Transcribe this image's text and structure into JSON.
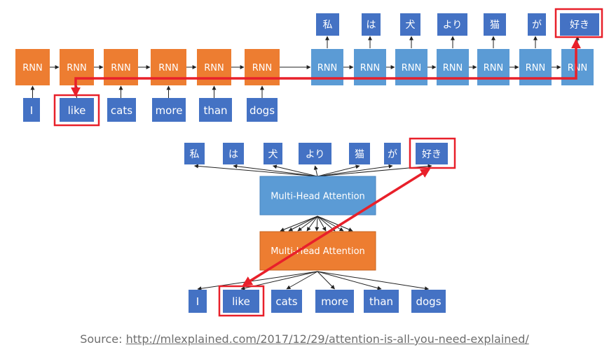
{
  "colors": {
    "orange": "#ed7d31",
    "blue": "#5b9bd5",
    "dark_blue": "#4472c4",
    "highlight": "#e8202a",
    "arrow": "#222222"
  },
  "rnn": {
    "cell_label": "RNN",
    "encoder_inputs": [
      "I",
      "like",
      "cats",
      "more",
      "than",
      "dogs"
    ],
    "decoder_outputs": [
      "私",
      "は",
      "犬",
      "より",
      "猫",
      "が",
      "好き"
    ]
  },
  "attention": {
    "outputs": [
      "私",
      "は",
      "犬",
      "より",
      "猫",
      "が",
      "好き"
    ],
    "top_block_label": "Multi-Head Attention",
    "bottom_block_label": "Multi-Head Attention",
    "inputs": [
      "I",
      "like",
      "cats",
      "more",
      "than",
      "dogs"
    ]
  },
  "caption": {
    "prefix": "Source: ",
    "link": "http://mlexplained.com/2017/12/29/attention-is-all-you-need-explained/"
  }
}
